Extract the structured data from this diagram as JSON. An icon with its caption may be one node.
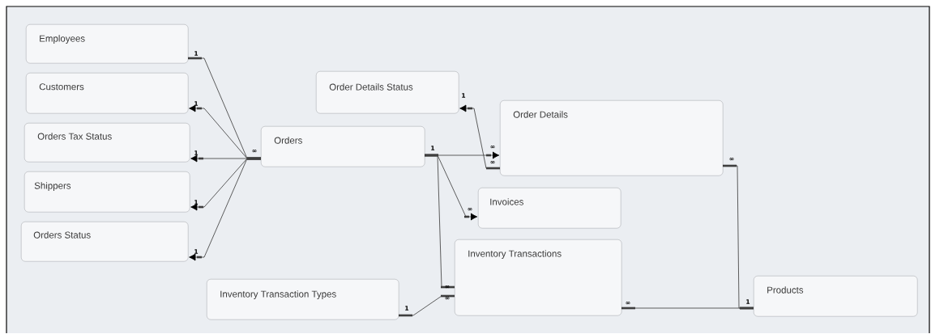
{
  "diagram": {
    "nodes": [
      {
        "text": [
          "Employees"
        ]
      },
      {
        "text": [
          "Customers"
        ]
      },
      {
        "text": [
          "Orders Tax Status"
        ]
      },
      {
        "text": [
          "Shippers"
        ]
      },
      {
        "text": [
          "Orders Status"
        ]
      },
      {
        "text": [
          "Order Details Status"
        ]
      },
      {
        "text": [
          "Orders"
        ]
      },
      {
        "text": [
          "Order Details"
        ]
      },
      {
        "text": [
          "Invoices"
        ]
      },
      {
        "text": [
          "Inventory Transactions"
        ]
      },
      {
        "text": [
          "Inventory Transaction Types"
        ]
      },
      {
        "text": [
          "Products"
        ]
      }
    ],
    "edges": [
      {
        "from": 6,
        "to": 0,
        "arrow": "none"
      },
      {
        "from": 6,
        "to": 1,
        "arrow": "to"
      },
      {
        "from": 6,
        "to": 2,
        "arrow": "to"
      },
      {
        "from": 6,
        "to": 3,
        "arrow": "to"
      },
      {
        "from": 6,
        "to": 4,
        "arrow": "to"
      },
      {
        "from": 7,
        "to": 5,
        "arrow": "to"
      },
      {
        "from": 6,
        "to": 7,
        "arrow": "to"
      },
      {
        "from": 6,
        "to": 8,
        "arrow": "to"
      },
      {
        "from": 6,
        "to": 9,
        "arrow": "none"
      },
      {
        "from": 10,
        "to": 9,
        "arrow": "none"
      },
      {
        "from": 11,
        "to": 7,
        "arrow": "none"
      },
      {
        "from": 11,
        "to": 9,
        "arrow": "none"
      }
    ],
    "labels": [
      "1",
      "1",
      "1",
      "∞",
      "1",
      "1",
      "∞",
      "∞",
      "∞",
      "1",
      "∞",
      "1",
      "∞",
      "∞",
      "∞",
      "1",
      "1"
    ]
  }
}
